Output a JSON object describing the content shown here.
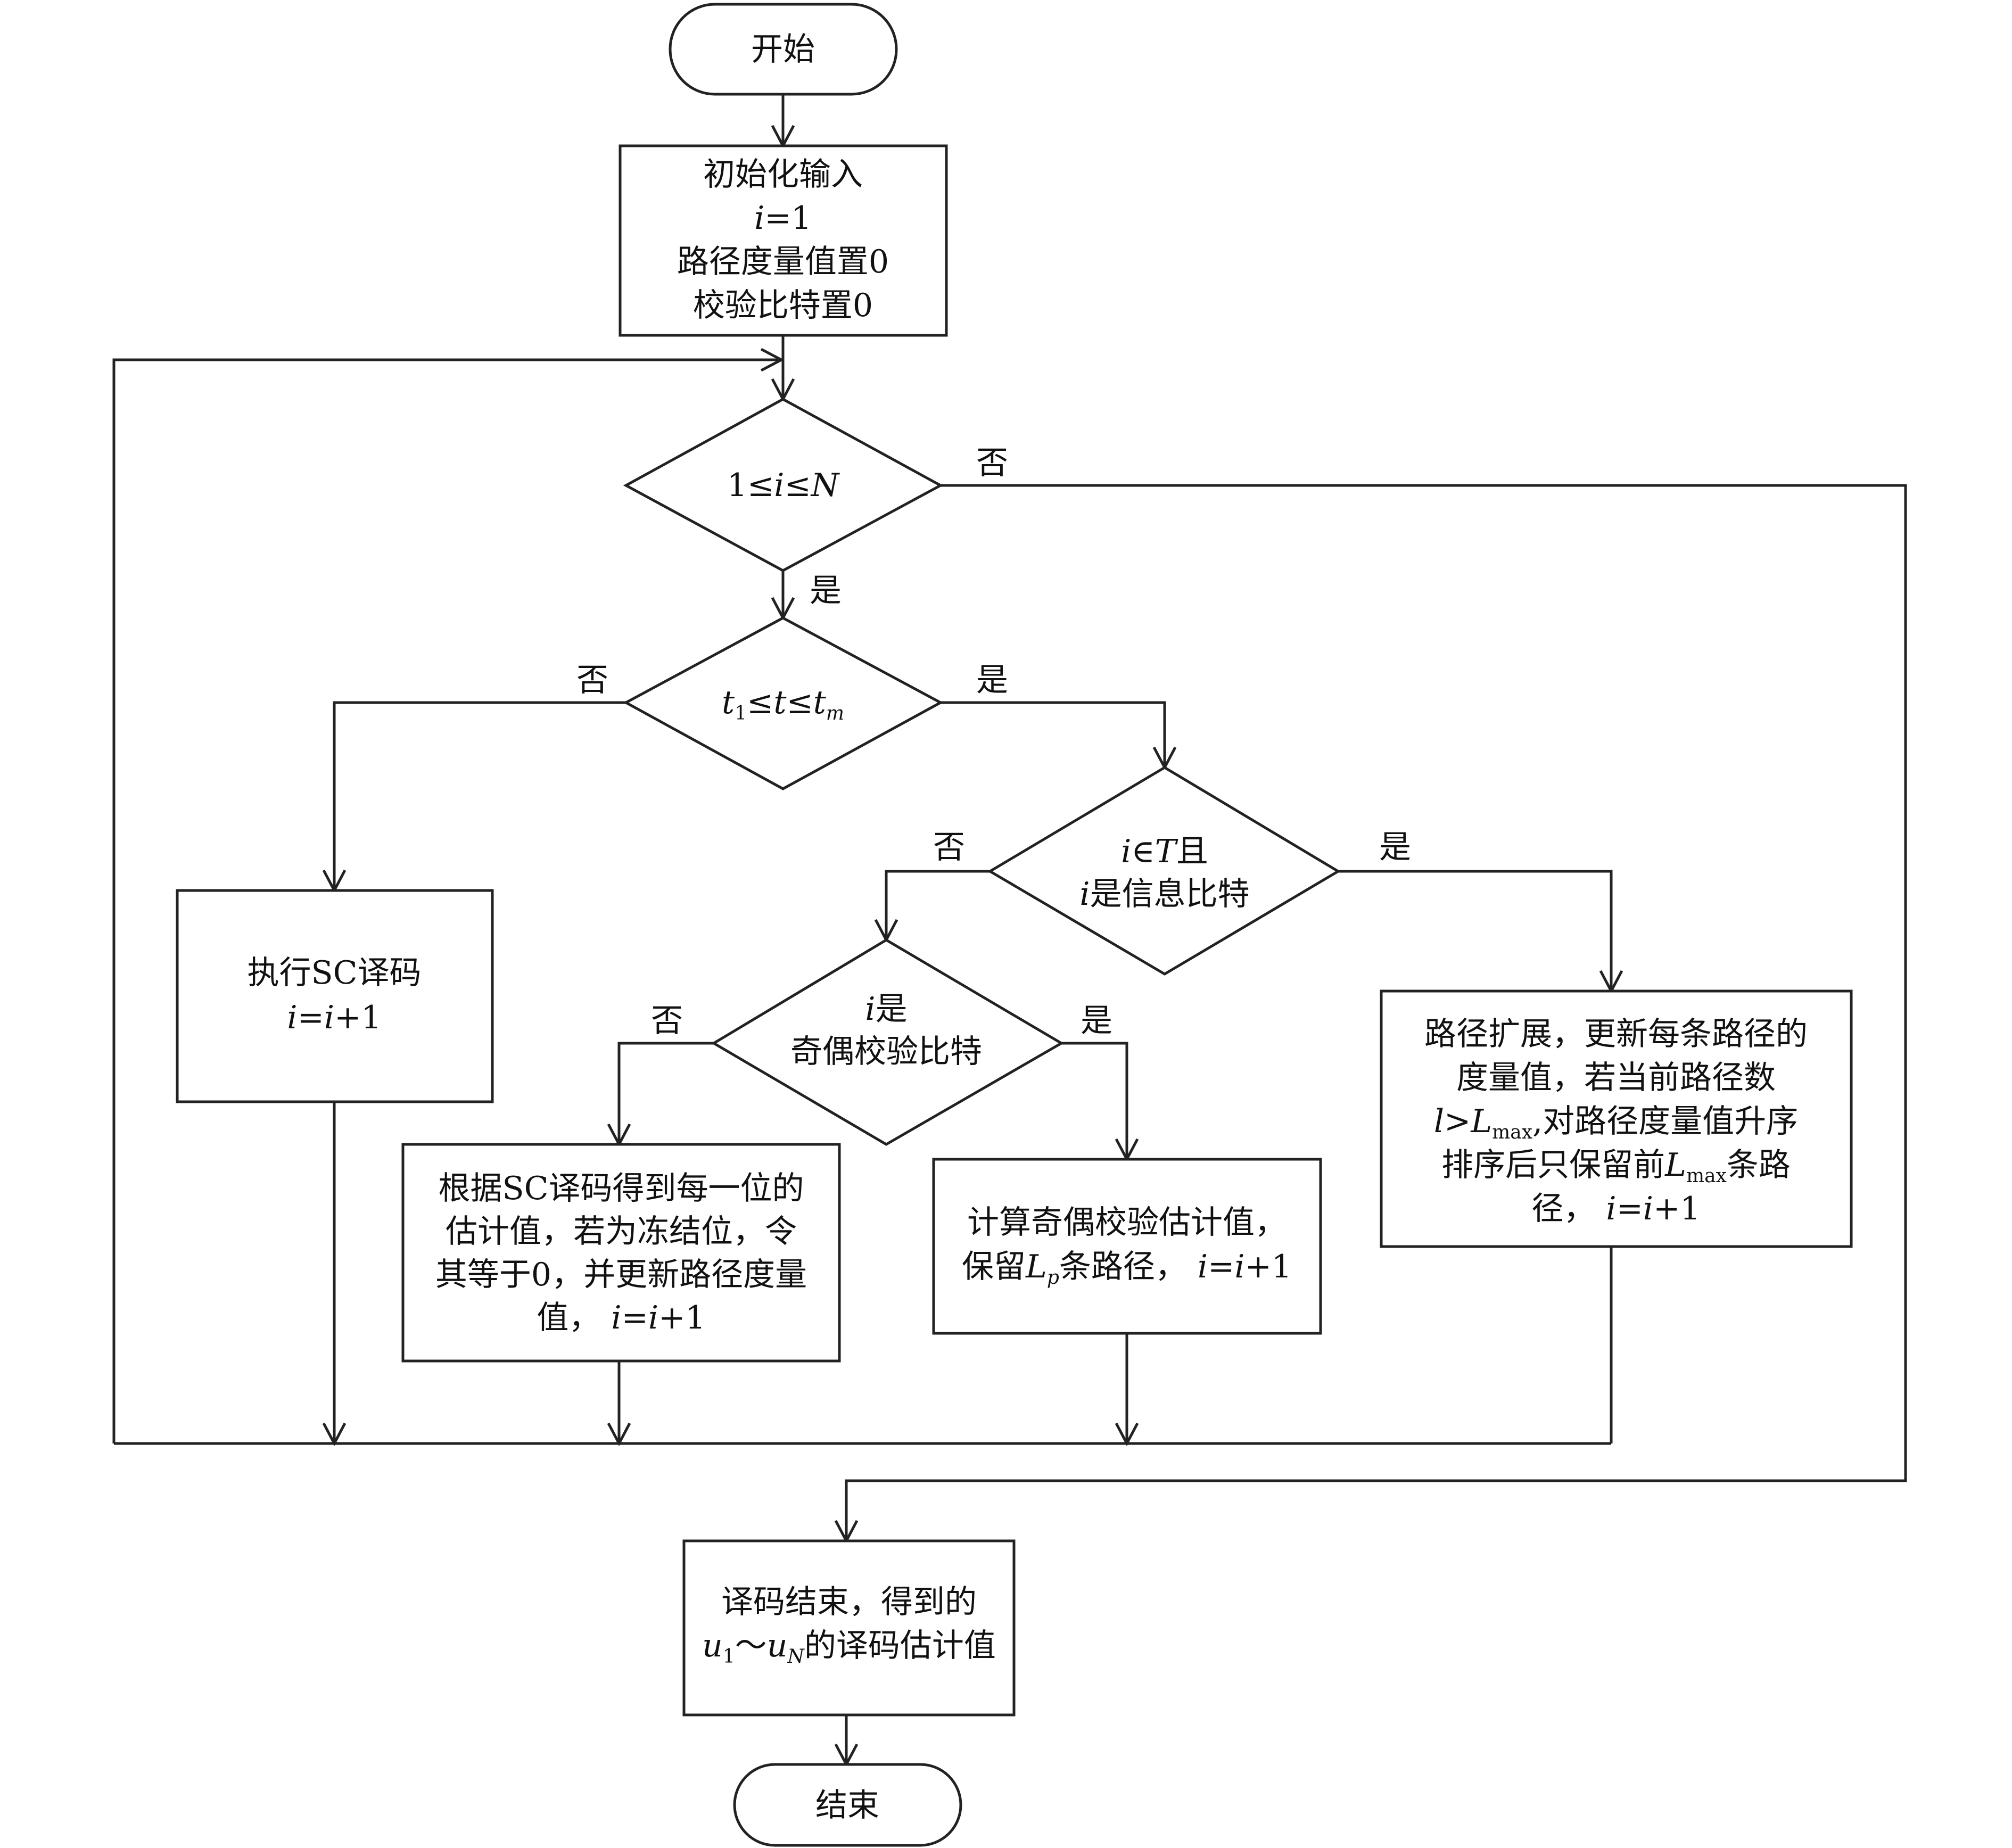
{
  "start": {
    "text": "开始"
  },
  "init": {
    "line1": "初始化输入",
    "line2_var": "i",
    "line2_rest": "=1",
    "line3": "路径度量值置0",
    "line4": "校验比特置0"
  },
  "cond1": {
    "a": "1≤",
    "b": "i",
    "c": "≤",
    "d": "N"
  },
  "cond2": {
    "t1": "t",
    "t1_sub": "1",
    "le1": "≤",
    "t": "t",
    "le2": "≤",
    "tm": "t",
    "tm_sub": "m"
  },
  "cond3": {
    "l1_var": "i",
    "l1_sym": "∈",
    "l1_T": "T",
    "l1_rest": "且",
    "l2_var": "i",
    "l2_rest": "是信息比特"
  },
  "cond4": {
    "l1_var": "i",
    "l1_rest": "是",
    "l2": "奇偶校验比特"
  },
  "box_sc": {
    "line1": "执行SC译码",
    "i1": "i",
    "eq": "=",
    "i2": "i",
    "plus": "+1"
  },
  "box_frozen": {
    "line1": "根据SC译码得到每一位的",
    "line2": "估计值，若为冻结位，令",
    "line3": "其等于0，并更新路径度量",
    "line4_pre": "值，",
    "i1": "i",
    "eq": "=",
    "i2": "i",
    "plus": "+1"
  },
  "box_parity": {
    "line1": "计算奇偶校验估计值，",
    "line2_pre": "保留",
    "L": "L",
    "L_sub": "p",
    "line2_mid": "条路径，",
    "i1": "i",
    "eq": "=",
    "i2": "i",
    "plus": "+1"
  },
  "box_expand": {
    "line1": "路径扩展，更新每条路径的",
    "line2": "度量值，若当前路径数",
    "line3_l": "l",
    "line3_gt": ">",
    "line3_L": "L",
    "line3_sub": "max",
    "line3_rest": ",对路径度量值升序",
    "line4_pre": "排序后只保留前",
    "line4_L": "L",
    "line4_sub": "max",
    "line4_rest": "条路",
    "line5_pre": "径，",
    "i1": "i",
    "eq": "=",
    "i2": "i",
    "plus": "+1"
  },
  "box_end": {
    "line1": "译码结束，得到的",
    "u1": "u",
    "u1_sub": "1",
    "tilde": "～",
    "uN": "u",
    "uN_sub": "N",
    "line2_rest": "的译码估计值"
  },
  "end": {
    "text": "结束"
  },
  "branch_labels": {
    "c1_no": "否",
    "c1_yes": "是",
    "c2_no": "否",
    "c2_yes": "是",
    "c3_no": "否",
    "c3_yes": "是",
    "c4_no": "否",
    "c4_yes": "是"
  }
}
